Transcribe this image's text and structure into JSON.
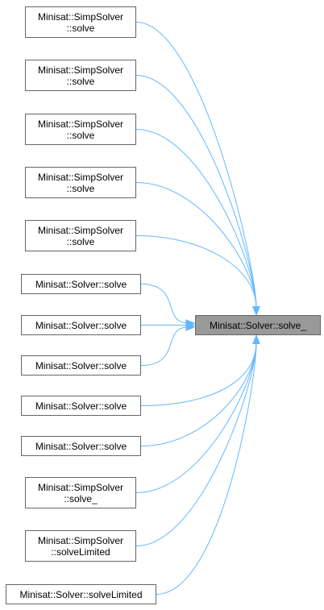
{
  "diagram": {
    "target": {
      "lines": [
        "Minisat::Solver::solve_"
      ]
    },
    "callers": [
      {
        "lines": [
          "Minisat::SimpSolver",
          "::solve"
        ]
      },
      {
        "lines": [
          "Minisat::SimpSolver",
          "::solve"
        ]
      },
      {
        "lines": [
          "Minisat::SimpSolver",
          "::solve"
        ]
      },
      {
        "lines": [
          "Minisat::SimpSolver",
          "::solve"
        ]
      },
      {
        "lines": [
          "Minisat::SimpSolver",
          "::solve"
        ]
      },
      {
        "lines": [
          "Minisat::Solver::solve"
        ]
      },
      {
        "lines": [
          "Minisat::Solver::solve"
        ]
      },
      {
        "lines": [
          "Minisat::Solver::solve"
        ]
      },
      {
        "lines": [
          "Minisat::Solver::solve"
        ]
      },
      {
        "lines": [
          "Minisat::Solver::solve"
        ]
      },
      {
        "lines": [
          "Minisat::SimpSolver",
          "::solve_"
        ]
      },
      {
        "lines": [
          "Minisat::SimpSolver",
          "::solveLimited"
        ]
      },
      {
        "lines": [
          "Minisat::Solver::solveLimited"
        ]
      }
    ],
    "colors": {
      "edge": "#63b8ff",
      "node_border": "#666666",
      "target_fill": "#999999"
    }
  }
}
